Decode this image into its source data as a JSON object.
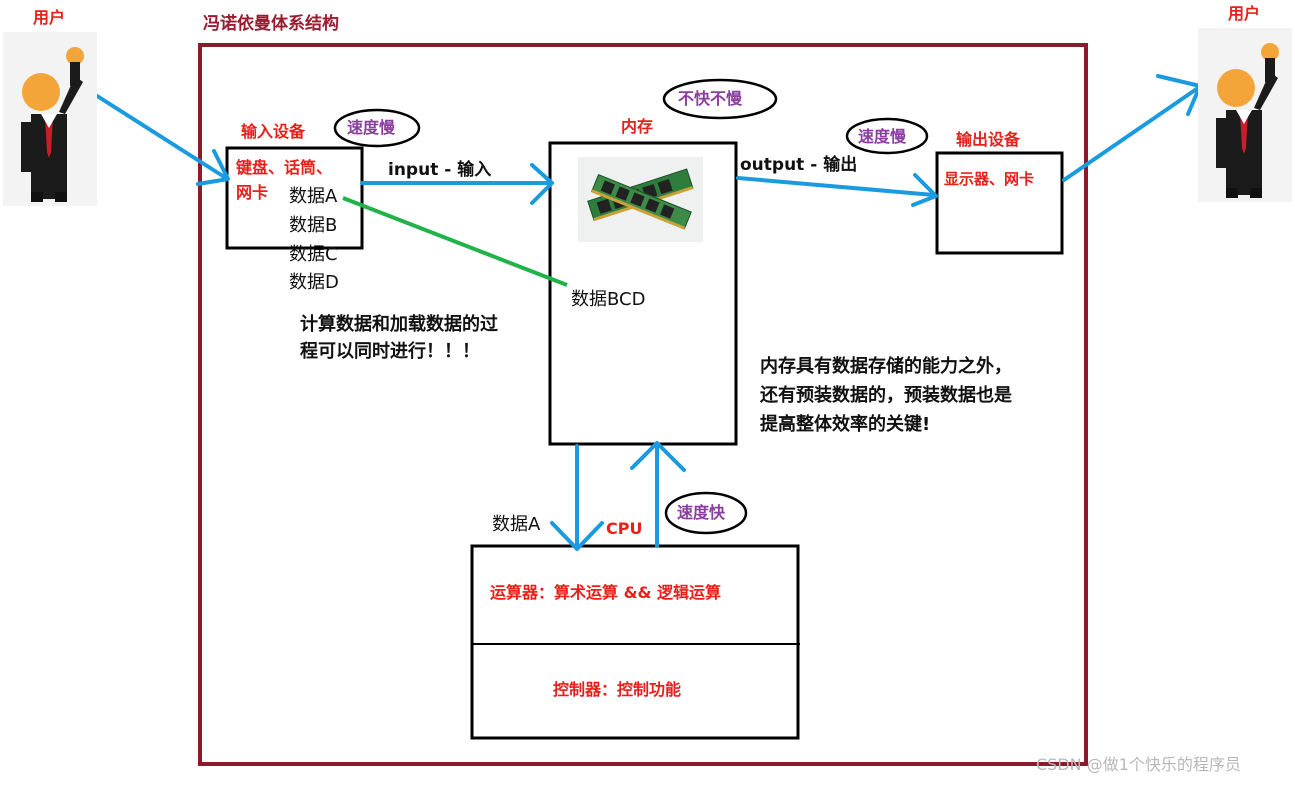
{
  "title": "冯诺依曼体系结构",
  "users": {
    "left_label": "用户",
    "right_label": "用户"
  },
  "input_device": {
    "label": "输入设备",
    "speed": "速度慢",
    "contents_line1": "键盘、话筒、",
    "contents_line2": "网卡",
    "data_items": [
      "数据A",
      "数据B",
      "数据C",
      "数据D"
    ]
  },
  "memory": {
    "label": "内存",
    "speed": "不快不慢",
    "data": "数据BCD",
    "note_lines": [
      "内存具有数据存储的能力之外，",
      "还有预装数据的，预装数据也是",
      "提高整体效率的关键!"
    ]
  },
  "output_device": {
    "label": "输出设备",
    "speed": "速度慢",
    "contents": "显示器、网卡"
  },
  "arrows": {
    "input": "input - 输入",
    "output": "output - 输出"
  },
  "cpu": {
    "label": "CPU",
    "speed": "速度快",
    "data": "数据A",
    "alu": "运算器：算术运算 && 逻辑运算",
    "controller": "控制器：控制功能"
  },
  "parallel_note_lines": [
    "计算数据和加载数据的过",
    "程可以同时进行！！！"
  ],
  "watermark": "CSDN @做1个快乐的程序员",
  "colors": {
    "frame": "#8b1a2b",
    "arrow": "#1a9be0",
    "green_line": "#21b24a",
    "label_red": "#e8201a",
    "speed_purple": "#8a3fa0"
  }
}
